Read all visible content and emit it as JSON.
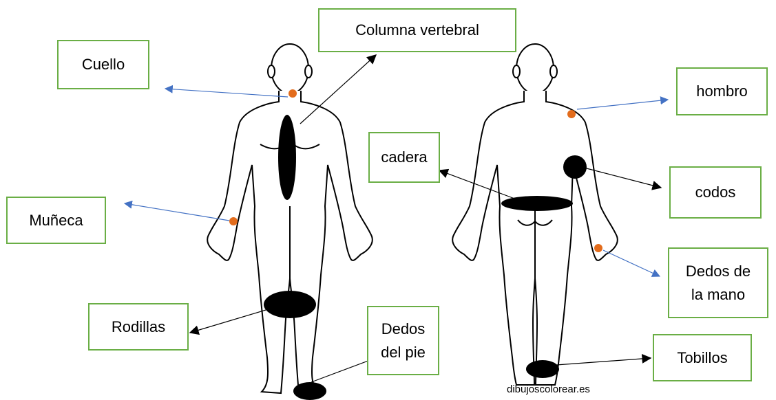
{
  "labels": {
    "cuello": "Cuello",
    "columna": "Columna vertebral",
    "hombro": "hombro",
    "cadera": "cadera",
    "codos": "codos",
    "muneca": "Muñeca",
    "dedos_mano": "Dedos de la mano",
    "rodillas": "Rodillas",
    "dedos_pie": "Dedos del pie",
    "tobillos": "Tobillos"
  },
  "credit": "dibujoscolorear.es",
  "colors": {
    "box_border": "#6aae45",
    "blue_arrow": "#4472c4",
    "black_arrow": "#000000",
    "joint_dot": "#e36c1c",
    "figure_line": "#000000"
  }
}
